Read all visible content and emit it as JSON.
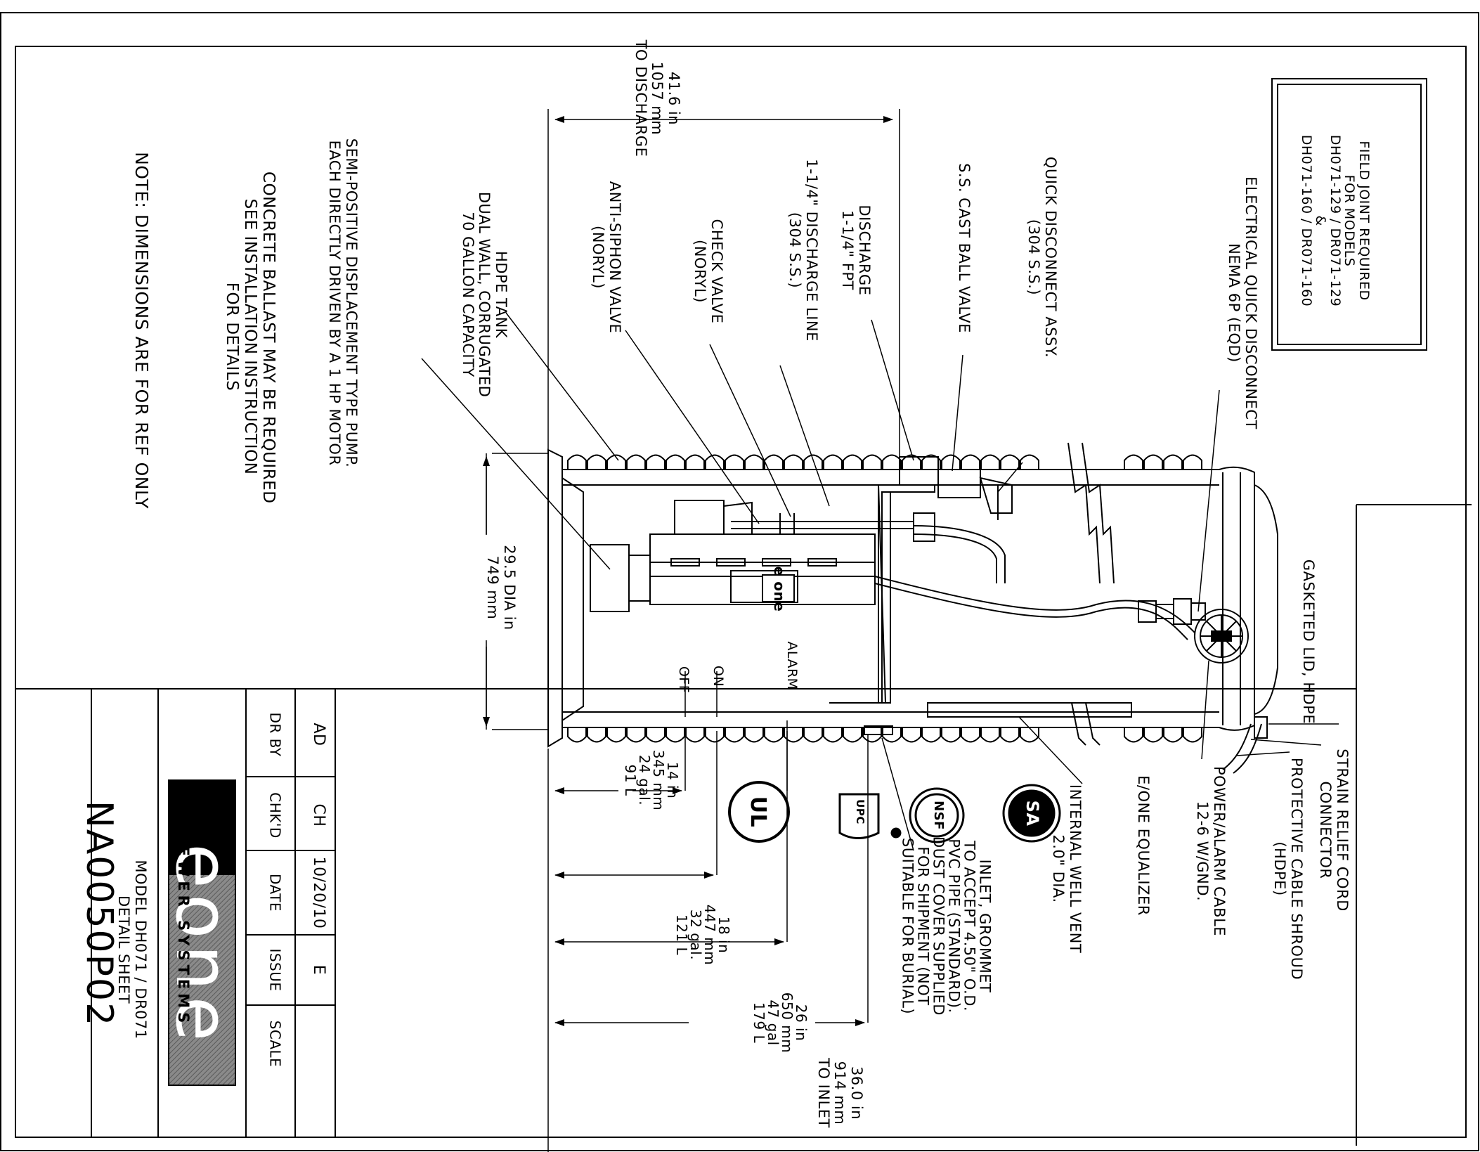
{
  "notes": {
    "field_joint": "FIELD JOINT REQUIRED\nFOR MODELS\nDH071-129 / DR071-129\n&\nDH071-160 / DR071-160",
    "ref_only": "NOTE: DIMENSIONS ARE FOR REF ONLY",
    "ballast": "CONCRETE BALLAST MAY BE REQUIRED\nSEE INSTALLATION INSTRUCTION\nFOR DETAILS",
    "pump": "SEMI-POSITIVE DISPLACEMENT TYPE PUMP.\nEACH DIRECTLY DRIVEN BY A 1 HP MOTOR"
  },
  "callouts": {
    "eqd": "ELECTRICAL QUICK DISCONNECT\nNEMA 6P (EQD)",
    "quick_disconnect": "QUICK DISCONNECT ASSY.\n(304 S.S.)",
    "ball_valve": "S.S. CAST BALL VALVE",
    "discharge": "DISCHARGE\n1-1/4\" FPT",
    "discharge_line": "1-1/4\" DISCHARGE LINE\n(304 S.S.)",
    "check_valve": "CHECK VALVE\n(NORYL)",
    "anti_siphon": "ANTI-SIPHON VALVE\n(NORYL)",
    "tank": "HDPE TANK\nDUAL WALL, CORRUGATED\n70 GALLON CAPACITY",
    "lid": "GASKETED LID, HDPE",
    "strain_relief": "STRAIN RELIEF CORD\nCONNECTOR",
    "shroud": "PROTECTIVE CABLE SHROUD\n(HDPE)",
    "cable": "POWER/ALARM CABLE\n12-6 W/GND.",
    "equalizer": "E/ONE EQUALIZER",
    "vent": "INTERNAL WELL VENT\n2.0\" DIA.",
    "inlet": "INLET, GROMMET\nTO ACCEPT 4.50\" O.D.\nPVC PIPE (STANDARD).\nDUST COVER SUPPLIED\nFOR SHIPMENT (NOT\nSUITABLE FOR BURIAL)",
    "alarm": "ALARM",
    "on": "ON",
    "off": "OFF",
    "pump_logo": "e one"
  },
  "dimensions": {
    "to_discharge": "41.6 in\n1057 mm\nTO DISCHARGE",
    "dia": "29.5 DIA in\n749 mm",
    "off_level": "14 in\n345 mm\n24 gal.\n91 L",
    "on_level": "18 in\n447 mm\n32 gal.\n121 L",
    "alarm_level": "26 in\n650 mm\n47 gal\n179 L",
    "to_inlet": "36.0 in\n914 mm\nTO INLET"
  },
  "certifications": [
    "UL",
    "UPC",
    "NSF",
    "SA"
  ],
  "title_block": {
    "dr_by_value": "AD",
    "dr_by_label": "DR BY",
    "chkd_value": "CH",
    "chkd_label": "CHK'D",
    "date_value": "10/20/10",
    "date_label": "DATE",
    "issue_value": "E",
    "issue_label": "ISSUE",
    "scale_value": "",
    "scale_label": "SCALE",
    "logo": "eone",
    "company": "SEWER SYSTEMS",
    "model": "MODEL DH071 / DR071\nDETAIL SHEET",
    "drawing_number": "NA0050P02"
  }
}
